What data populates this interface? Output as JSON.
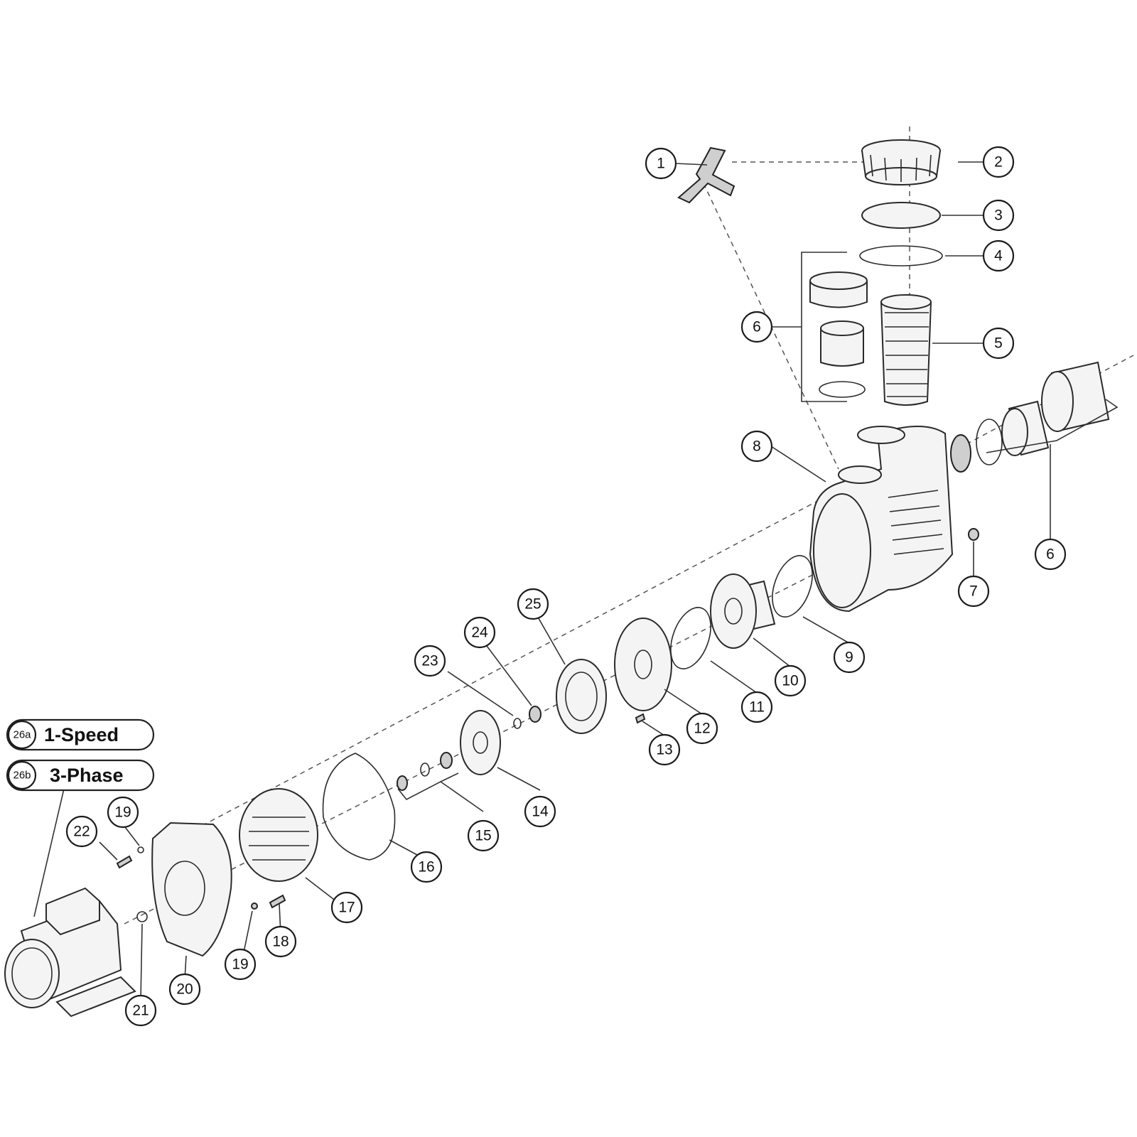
{
  "callouts": [
    "1",
    "2",
    "3",
    "4",
    "5",
    "6",
    "6",
    "7",
    "8",
    "9",
    "10",
    "11",
    "12",
    "13",
    "14",
    "15",
    "16",
    "17",
    "18",
    "19",
    "19",
    "20",
    "21",
    "22",
    "23",
    "24",
    "25"
  ],
  "motor_labels": [
    {
      "code": "26a",
      "text": "1-Speed"
    },
    {
      "code": "26b",
      "text": "3-Phase"
    }
  ]
}
